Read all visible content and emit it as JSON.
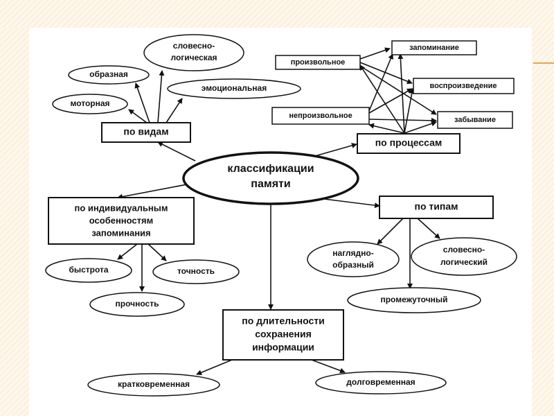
{
  "colors": {
    "line": "#111111",
    "accent": "#f0a24a",
    "background": "#fdf7ec",
    "slide": "#ffffff"
  },
  "center": {
    "label_line1": "классификации",
    "label_line2": "памяти"
  },
  "by_kind": {
    "label": "по видам",
    "items": [
      "словесно-",
      "логическая",
      "образная",
      "моторная",
      "эмоциональная"
    ]
  },
  "by_process": {
    "label": "по процессам",
    "sources": [
      "произвольное",
      "непроизвольное"
    ],
    "targets": [
      "запоминание",
      "воспроизведение",
      "забывание"
    ]
  },
  "by_individual": {
    "label_line1": "по индивидуальным",
    "label_line2": "особенностям",
    "label_line3": "запоминания",
    "items": [
      "быстрота",
      "точность",
      "прочность"
    ]
  },
  "by_type": {
    "label": "по типам",
    "items": [
      "наглядно-",
      "образный",
      "словесно-",
      "логический",
      "промежуточный"
    ]
  },
  "by_duration": {
    "label_line1": "по длительности",
    "label_line2": "сохранения",
    "label_line3": "информации",
    "items": [
      "кратковременная",
      "долговременная"
    ]
  }
}
